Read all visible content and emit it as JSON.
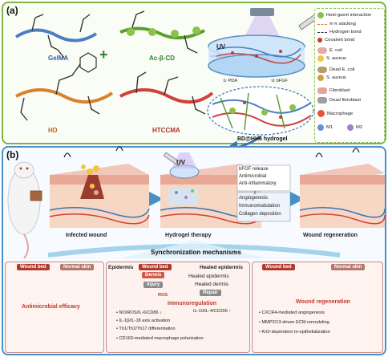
{
  "panel_a": {
    "label": "(a)",
    "molecules": {
      "gelma": "GelMA",
      "plus": "+",
      "acbcd": "Ac-β-CD",
      "hd": "HD",
      "htccma": "HTCCMA"
    },
    "uv": "UV",
    "pda_step": "① PDA",
    "bfgf_step": "② bFGF",
    "hydrogel_name": "BD@HH6 hydrogel",
    "legend": [
      {
        "label": "Host-guest interaction",
        "color": "#8bc34a"
      },
      {
        "label": "π-π stacking",
        "color": "#e67e22"
      },
      {
        "label": "Hydrogen bond",
        "color": "#333333"
      },
      {
        "label": "Covalent bond",
        "color": "#c0392b"
      },
      {
        "label": "E. coil",
        "color": "#e8a7a0"
      },
      {
        "label": "S. aureus",
        "color": "#f4c542"
      },
      {
        "label": "Dead E. coil",
        "color": "#b79b6a"
      },
      {
        "label": "S. aureus",
        "color": "#c9a341"
      },
      {
        "label": "Fibroblast",
        "color": "#e7a39b"
      },
      {
        "label": "Dead fibroblast",
        "color": "#9e9e9e"
      },
      {
        "label": "Macrophage",
        "color": "#e5533d"
      },
      {
        "label": "M1",
        "color": "#6b8fd6"
      },
      {
        "label": "M2",
        "color": "#a77cc9"
      }
    ]
  },
  "panel_b": {
    "label": "(b)",
    "uv": "UV",
    "stage_labels": {
      "infected": "Infected wound",
      "therapy": "Hydrogel therapy",
      "regeneration": "Wound regeneration"
    },
    "synchronization": "Synchronization mechanisms",
    "release_box": [
      "bFGF release",
      "Antimicrobial",
      "Anti-inflammatory"
    ],
    "effects": [
      "Angiogenesis",
      "Immunomodulation",
      "Collagen deposition"
    ],
    "box1": {
      "tag_wound": "Wound bed",
      "tag_normal": "Normal skin",
      "title": "Antimicrobial efficacy"
    },
    "box2": {
      "epidermis": "Epidermis",
      "dermis": "Dermis",
      "healed_epidermis_top": "Healed epidermis",
      "healed_epidermis": "Healed epidermis",
      "healed_dermis": "Healed dermis",
      "injury": "Injury",
      "repair": "Repair",
      "ros": "ROS",
      "title": "Immunoregulation",
      "il10": "IL-10/IL-4/CD206 ↑",
      "bullets": [
        "• NO/ROS/IL-6/CD86 ↓",
        "• IL-1β/IL-18 axis activation",
        "• Th1/Th2/Th17 differentiation",
        "• CD163-mediated macrophage polarization"
      ]
    },
    "box3": {
      "tag_wound": "Wound bed",
      "tag_normal": "Normal skin",
      "title": "Wound regeneration",
      "bullets": [
        "• CXCR4-mediated angiogenesis",
        "• MMP2/13-driven ECM remodeling",
        "• Krt2-dependent re-epithelialization"
      ]
    }
  }
}
